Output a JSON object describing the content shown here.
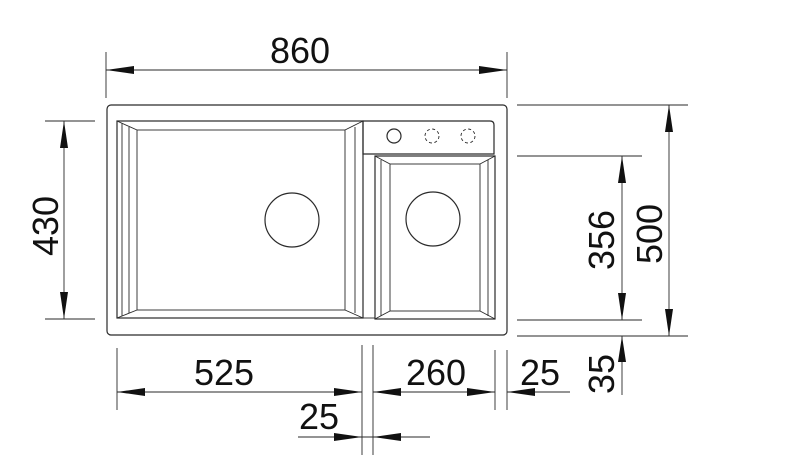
{
  "drawing": {
    "subject": "double bowl sink with drainer, top view",
    "stroke_color": "#2a2a2a",
    "background": "#ffffff"
  },
  "dimensions": {
    "overall_width": "860",
    "overall_depth": "500",
    "bowl_depth_left": "430",
    "small_bowl_depth": "356",
    "front_edge_offset": "35",
    "large_bowl_width": "525",
    "small_bowl_width": "260",
    "divider_width": "25",
    "right_edge_offset": "25"
  },
  "features": {
    "tap_holes": [
      {
        "type": "solid",
        "label": "tap-hole"
      },
      {
        "type": "dashed",
        "label": "optional-tap-hole"
      },
      {
        "type": "dashed",
        "label": "optional-tap-hole"
      }
    ],
    "drains": [
      "large-bowl-drain",
      "small-bowl-drain"
    ]
  }
}
